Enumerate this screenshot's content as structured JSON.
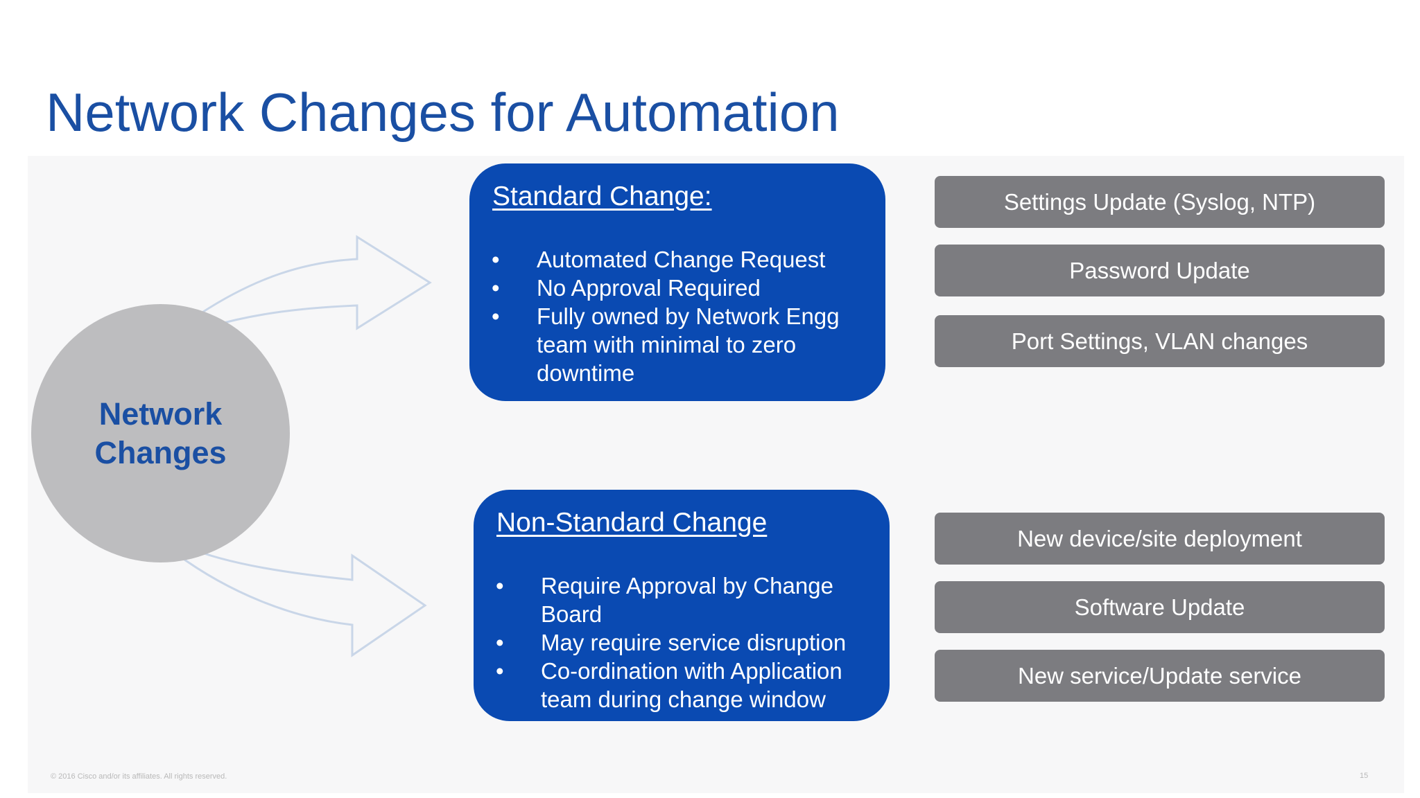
{
  "title": "Network Changes for Automation",
  "center_node": {
    "line1": "Network",
    "line2": "Changes"
  },
  "standard_change": {
    "heading": "Standard Change:",
    "bullets": [
      "Automated Change Request",
      "No Approval Required",
      "Fully owned by Network Engg team with minimal to zero downtime"
    ]
  },
  "non_standard_change": {
    "heading": "Non-Standard Change",
    "bullets": [
      "Require Approval by Change Board",
      "May require service disruption",
      "Co-ordination with Application team during change window"
    ]
  },
  "standard_examples": [
    "Settings Update (Syslog, NTP)",
    "Password Update",
    "Port Settings, VLAN changes"
  ],
  "non_standard_examples": [
    "New device/site deployment",
    "Software Update",
    "New service/Update service"
  ],
  "bullet_char": "•",
  "footer": {
    "copyright": "© 2016 Cisco and/or its affiliates. All rights reserved.",
    "page": "15"
  },
  "colors": {
    "title_blue": "#1a4fa3",
    "box_blue": "#0a4ab2",
    "pill_gray": "#7c7c80",
    "circle_gray": "#bdbdbf",
    "arrow_outline": "#c9d6e8"
  }
}
